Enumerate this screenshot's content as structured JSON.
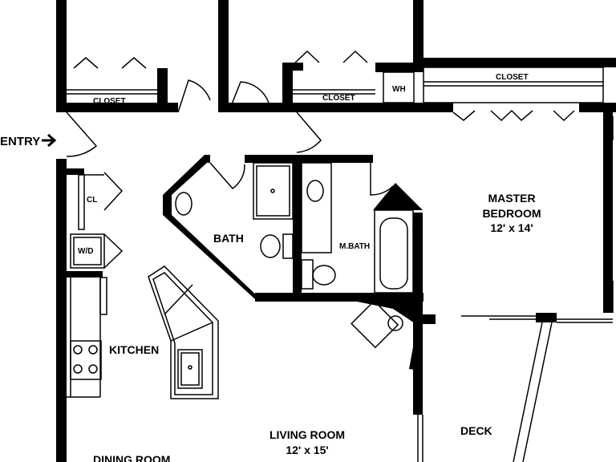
{
  "floorplan": {
    "entry_label": "ENTRY",
    "rooms": {
      "closet_left": "CLOSET",
      "closet_middle": "CLOSET",
      "closet_right": "CLOSET",
      "water_heater": "WH",
      "linen_closet": "CL",
      "washer_dryer": "W/D",
      "bath": "BATH",
      "master_bath": "M.BATH",
      "kitchen": "KITCHEN",
      "master_bedroom_line1": "MASTER",
      "master_bedroom_line2": "BEDROOM",
      "master_bedroom_size": "12' x 14'",
      "living_room": "LIVING ROOM",
      "living_room_size": "12' x 15'",
      "deck": "DECK",
      "dining_room": "DINING ROOM"
    }
  }
}
